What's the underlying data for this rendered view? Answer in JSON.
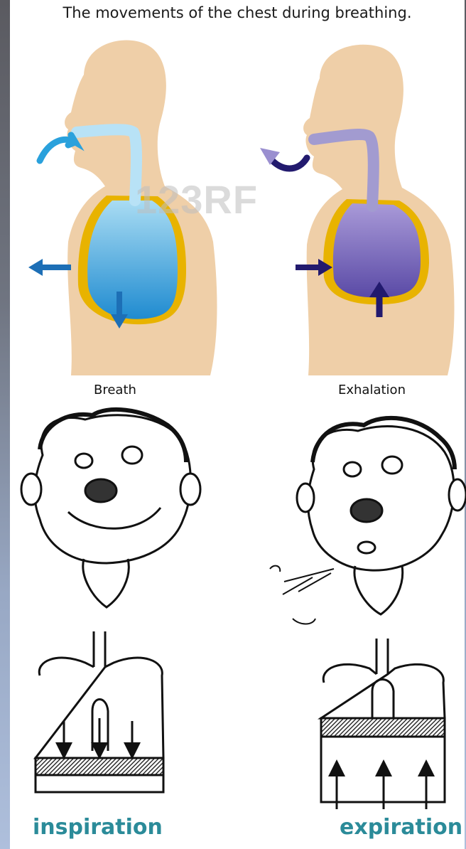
{
  "title": "The movements of the chest during breathing.",
  "captions": {
    "left": "Breath",
    "right": "Exhalation"
  },
  "watermark": "123RF",
  "bottom_labels": {
    "left": "inspiration",
    "right": "expiration"
  },
  "colors": {
    "skin": "#efcfa8",
    "lung_inhale": "#3aa2dc",
    "lung_exhale": "#7a6cb8",
    "diaphragm": "#e8b300",
    "arrow_blue": "#1d6fb6",
    "arrow_navy": "#221a6e",
    "label_teal": "#2b8b99"
  },
  "icons": [
    "breath-in-arrow-icon",
    "breath-out-arrow-icon",
    "chest-expand-arrow-icon",
    "chest-contract-arrow-icon",
    "diaphragm-down-arrow-icon",
    "diaphragm-up-arrow-icon"
  ]
}
